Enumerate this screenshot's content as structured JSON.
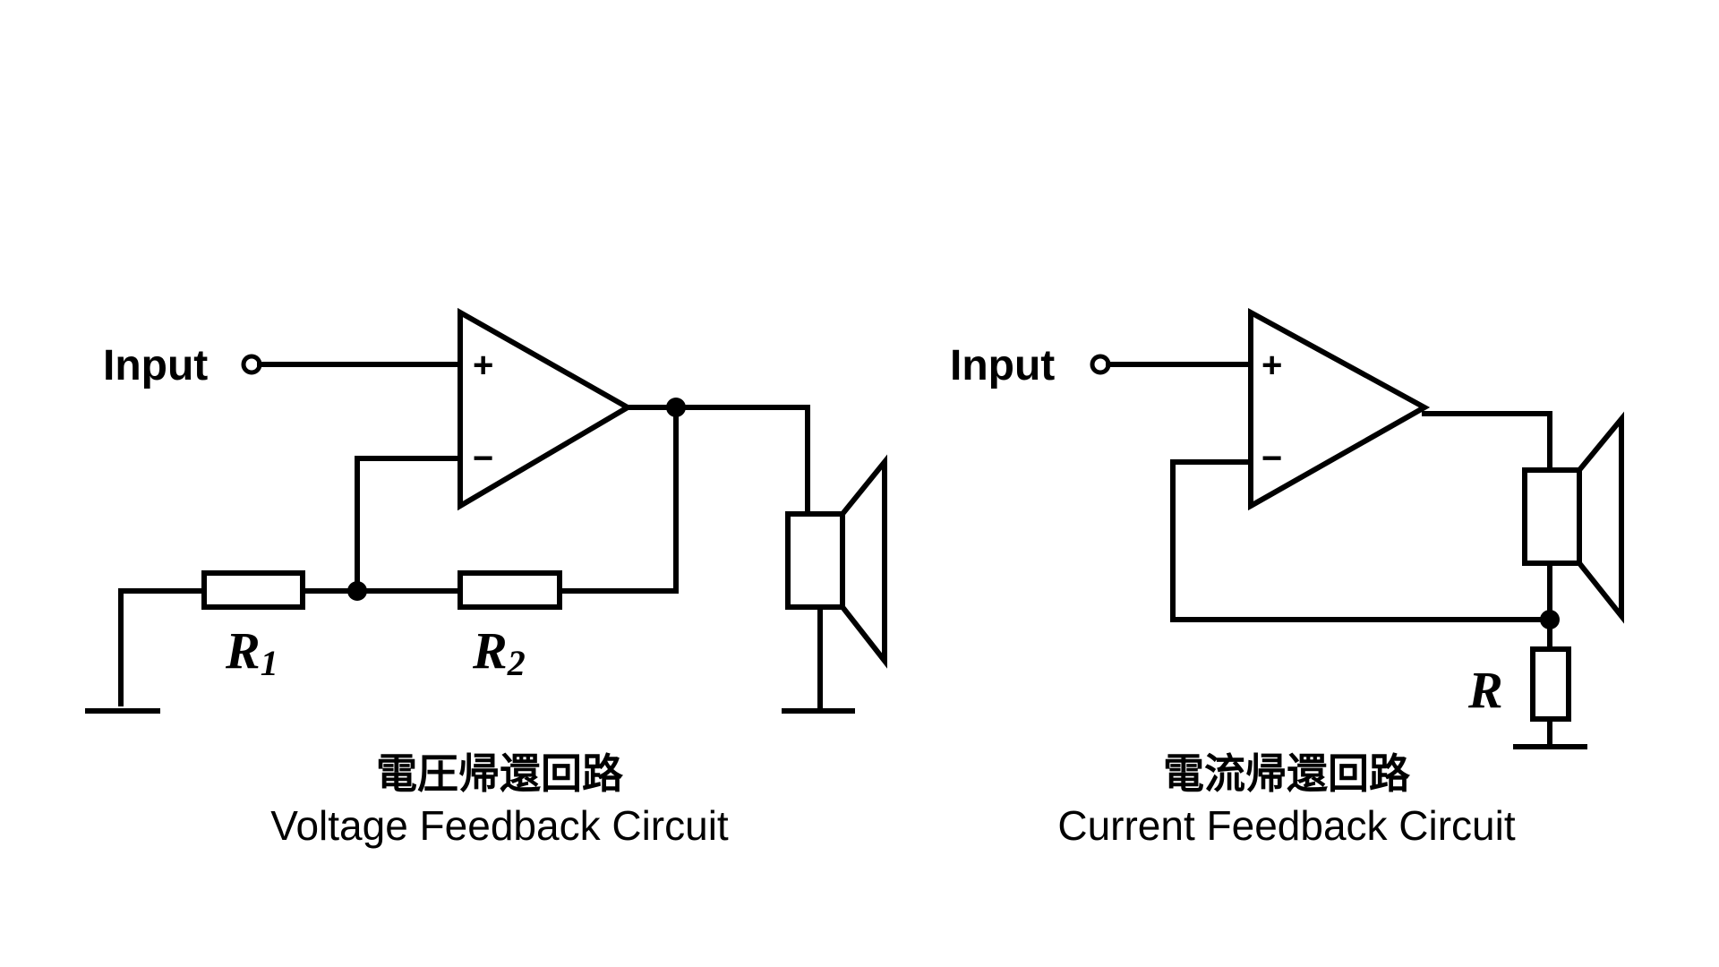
{
  "voltage_circuit": {
    "input_label": "Input",
    "plus_label": "+",
    "minus_label": "−",
    "r1_label": "R",
    "r1_sub": "1",
    "r2_label": "R",
    "r2_sub": "2",
    "title_jp": "電圧帰還回路",
    "title_en": "Voltage Feedback Circuit",
    "components": [
      "input-terminal",
      "op-amp",
      "resistor-r1",
      "resistor-r2",
      "speaker",
      "ground",
      "ground"
    ]
  },
  "current_circuit": {
    "input_label": "Input",
    "plus_label": "+",
    "minus_label": "−",
    "r_label": "R",
    "title_jp": "電流帰還回路",
    "title_en": "Current Feedback Circuit",
    "components": [
      "input-terminal",
      "op-amp",
      "speaker",
      "resistor-r",
      "ground"
    ]
  },
  "colors": {
    "line": "#000000",
    "background": "#ffffff"
  }
}
